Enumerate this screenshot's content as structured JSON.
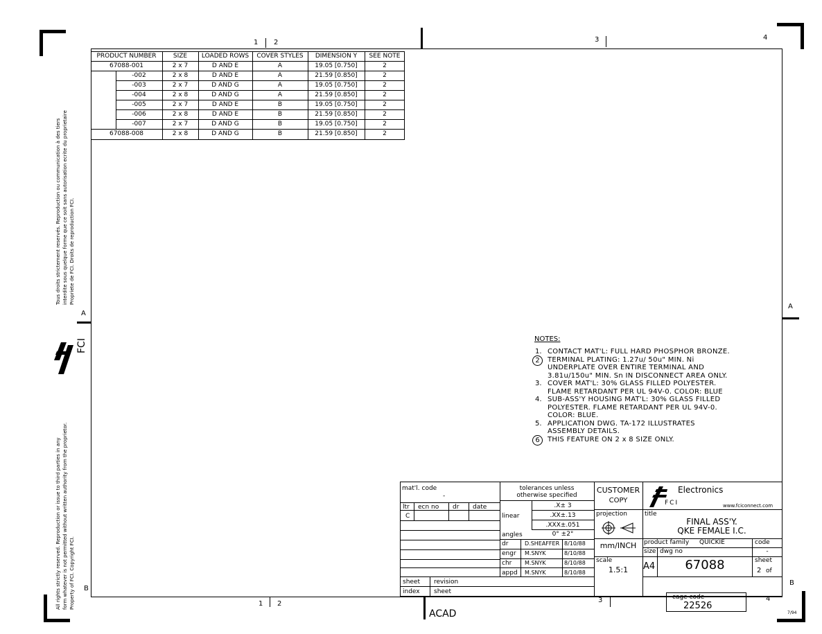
{
  "border": {
    "top_zones": [
      "1",
      "2",
      "3",
      "4"
    ],
    "bottom_zones": [
      "1",
      "2",
      "3",
      "4"
    ],
    "right_zones": [
      "A",
      "B"
    ],
    "left_zones": [
      "A",
      "B"
    ]
  },
  "product_table": {
    "headers": [
      "PRODUCT NUMBER",
      "SIZE",
      "LOADED ROWS",
      "COVER STYLES",
      "DIMENSION Y",
      "SEE NOTE"
    ],
    "rows": [
      [
        "67088-001",
        "2 x 7",
        "D AND E",
        "A",
        "19.05 [0.750]",
        "2"
      ],
      [
        "-002",
        "2 x 8",
        "D AND E",
        "A",
        "21.59 [0.850]",
        "2"
      ],
      [
        "-003",
        "2 x 7",
        "D AND G",
        "A",
        "19.05 [0.750]",
        "2"
      ],
      [
        "-004",
        "2 x 8",
        "D AND G",
        "A",
        "21.59 [0.850]",
        "2"
      ],
      [
        "-005",
        "2 x 7",
        "D AND E",
        "B",
        "19.05 [0.750]",
        "2"
      ],
      [
        "-006",
        "2 x 8",
        "D AND E",
        "B",
        "21.59 [0.850]",
        "2"
      ],
      [
        "-007",
        "2 x 7",
        "D AND G",
        "B",
        "19.05 [0.750]",
        "2"
      ],
      [
        "67088-008",
        "2 x 8",
        "D AND G",
        "B",
        "21.59 [0.850]",
        "2"
      ]
    ]
  },
  "side_text": {
    "french_1": "Tous droits strictement reservés. Reproduction ou communication à des tiers",
    "french_2": "interdite sous quelque forme que ce soit sans autorisation ecrite du proprietaire",
    "french_3": "Propriete de FCI. Droits de reproduction FCI.",
    "english_1": "All rights strictly reserved. Reproduction or issue to third parties in any",
    "english_2": "form whatever is not permitted without written authority from the proprietor.",
    "english_3": "Property of FCI. Copyright FCI.",
    "logo_text": "FCI"
  },
  "notes": {
    "heading": "NOTES:",
    "items": [
      {
        "num": "1.",
        "circled": false,
        "lines": [
          "CONTACT MAT'L: FULL HARD PHOSPHOR BRONZE."
        ]
      },
      {
        "num": "2",
        "circled": true,
        "lines": [
          "TERMINAL PLATING: 1.27u/ 50u\" MIN. Ni",
          "UNDERPLATE OVER ENTIRE TERMINAL AND",
          "3.81u/150u\" MIN. Sn IN DISCONNECT AREA ONLY."
        ]
      },
      {
        "num": "3.",
        "circled": false,
        "lines": [
          "COVER MAT'L: 30% GLASS FILLED POLYESTER.",
          "FLAME RETARDANT PER UL 94V-0. COLOR: BLUE"
        ]
      },
      {
        "num": "4.",
        "circled": false,
        "lines": [
          "SUB-ASS'Y HOUSING MAT'L: 30% GLASS FILLED",
          "POLYESTER. FLAME RETARDANT PER UL 94V-0.",
          "COLOR: BLUE."
        ]
      },
      {
        "num": "5.",
        "circled": false,
        "lines": [
          "APPLICATION DWG. TA-172 ILLUSTRATES",
          "ASSEMBLY DETAILS."
        ]
      },
      {
        "num": "6",
        "circled": true,
        "lines": [
          "THIS FEATURE ON 2 x 8 SIZE ONLY."
        ]
      }
    ]
  },
  "title_block": {
    "matl_code_label": "mat'l. code",
    "matl_code_value": "-",
    "ltr_label": "ltr",
    "ecn_label": "ecn no",
    "dr_label": "dr",
    "date_label": "date",
    "ltr_value": "C",
    "tolerances_label_1": "tolerances unless",
    "tolerances_label_2": "otherwise specified",
    "tol_x": ".X± 3",
    "linear_label": "linear",
    "tol_xx": ".XX±.13",
    "tol_xxx": ".XXX±.051",
    "angles_label": "angles",
    "tol_angle": "0° ±2°",
    "approvals": [
      {
        "role": "dr",
        "name": "D.SHEAFFER",
        "date": "8/10/88"
      },
      {
        "role": "engr",
        "name": "M.SNYK",
        "date": "8/10/88"
      },
      {
        "role": "chr",
        "name": "M.SNYK",
        "date": "8/10/88"
      },
      {
        "role": "appd",
        "name": "M.SNYK",
        "date": "8/10/88"
      }
    ],
    "sheet_label": "sheet",
    "revision_label": "revision",
    "index_label": "index",
    "sheet_label_2": "sheet",
    "customer_copy_1": "CUSTOMER",
    "customer_copy_2": "COPY",
    "projection_label": "projection",
    "units": "mm/INCH",
    "scale_label": "scale",
    "scale_value": "1.5:1",
    "company": "Electronics",
    "company_sub": "FCI",
    "website": "www.fciconnect.com",
    "title_label": "title",
    "title_1": "FINAL ASS'Y.",
    "title_2": "QKE FEMALE I.C.",
    "product_family_label": "product family",
    "product_family": "QUICKIE",
    "code_label": "code",
    "code_value": "-",
    "size_label": "size",
    "dwg_no_label": "dwg no",
    "size_value": "A4",
    "dwg_no": "67088",
    "sheet_of_label": "sheet",
    "sheet_value": "2",
    "of_label": "of",
    "cage_code_label": "cage code",
    "cage_code": "22526"
  },
  "footer": {
    "acad": "ACAD",
    "corner_mark": "7/94"
  }
}
